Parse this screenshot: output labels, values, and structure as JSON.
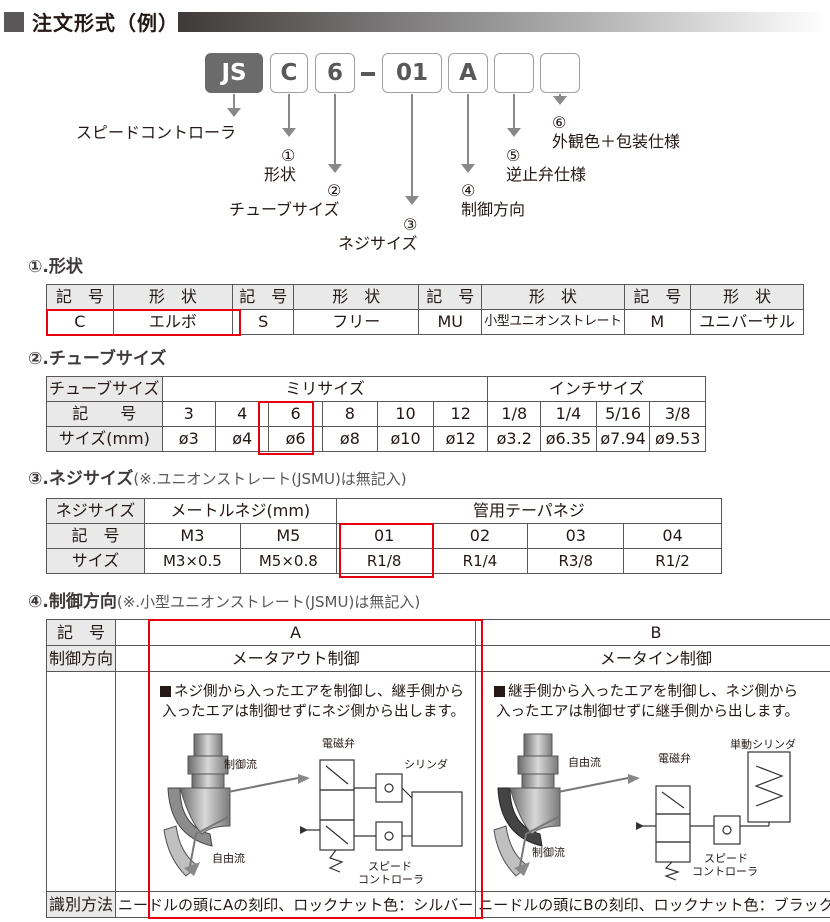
{
  "header": {
    "title": "注文形式（例）"
  },
  "code": {
    "parts": [
      "JS",
      "C",
      "6",
      "-",
      "01",
      "A",
      "",
      ""
    ]
  },
  "callouts": [
    {
      "num": "",
      "label": "スピードコントローラ"
    },
    {
      "num": "①",
      "label": "形状"
    },
    {
      "num": "②",
      "label": "チューブサイズ"
    },
    {
      "num": "③",
      "label": "ネジサイズ"
    },
    {
      "num": "④",
      "label": "制御方向"
    },
    {
      "num": "⑤",
      "label": "逆止弁仕様"
    },
    {
      "num": "⑥",
      "label": "外観色＋包装仕様"
    }
  ],
  "sec1": {
    "title": "①.形状",
    "headers": [
      "記　号",
      "形　状",
      "記　号",
      "形　状",
      "記　号",
      "形　状",
      "記　号",
      "形　状"
    ],
    "row": [
      "C",
      "エルボ",
      "S",
      "フリー",
      "MU",
      "小型ユニオンストレート",
      "M",
      "ユニバーサル"
    ]
  },
  "sec2": {
    "title": "②.チューブサイズ",
    "corner": "チューブサイズ",
    "group_mm": "ミリサイズ",
    "group_inch": "インチサイズ",
    "row_label_code": "記　　号",
    "row_label_size": "サイズ(mm)",
    "codes": [
      "3",
      "4",
      "6",
      "8",
      "10",
      "12",
      "1/8",
      "1/4",
      "5/16",
      "3/8"
    ],
    "sizes": [
      "ø3",
      "ø4",
      "ø6",
      "ø8",
      "ø10",
      "ø12",
      "ø3.2",
      "ø6.35",
      "ø7.94",
      "ø9.53"
    ]
  },
  "sec3": {
    "title": "③.ネジサイズ",
    "note": "(※.ユニオンストレート(JSMU)は無記入)",
    "corner": "ネジサイズ",
    "group_metric": "メートルネジ(mm)",
    "group_pipe": "管用テーパネジ",
    "row_label_code": "記　号",
    "row_label_size": "サイズ",
    "codes": [
      "M3",
      "M5",
      "01",
      "02",
      "03",
      "04"
    ],
    "sizes": [
      "M3×0.5",
      "M5×0.8",
      "R1/8",
      "R1/4",
      "R3/8",
      "R1/2"
    ]
  },
  "sec4": {
    "title": "④.制御方向",
    "note": "(※.小型ユニオンストレート(JSMU)は無記入)",
    "row_label_code": "記　号",
    "row_label_dir": "制御方向",
    "row_label_id": "識別方法",
    "A": {
      "code": "A",
      "dir": "メータアウト制御",
      "desc1": "ネジ側から入ったエアを制御し、継手側から",
      "desc2": "入ったエアは制御せずにネジ側から出します。",
      "id": "ニードルの頭にAの刻印、ロックナット色：シルバー",
      "lbl_ctrl": "制御流",
      "lbl_free": "自由流",
      "lbl_sol": "電磁弁",
      "lbl_cyl": "シリンダ",
      "lbl_speed1": "スピード",
      "lbl_speed2": "コントローラ"
    },
    "B": {
      "code": "B",
      "dir": "メータイン制御",
      "desc1": "継手側から入ったエアを制御し、ネジ側から",
      "desc2": "入ったエアは制御せずに継手側から出します。",
      "id": "ニードルの頭にBの刻印、ロックナット色：ブラック",
      "lbl_free": "自由流",
      "lbl_ctrl": "制御流",
      "lbl_sol": "電磁弁",
      "lbl_cyl": "単動シリンダ",
      "lbl_speed1": "スピード",
      "lbl_speed2": "コントローラ"
    }
  },
  "colors": {
    "highlight": "#e60012",
    "header_bg": "#e9e9e9",
    "dark_box": "#6b6b6b"
  }
}
